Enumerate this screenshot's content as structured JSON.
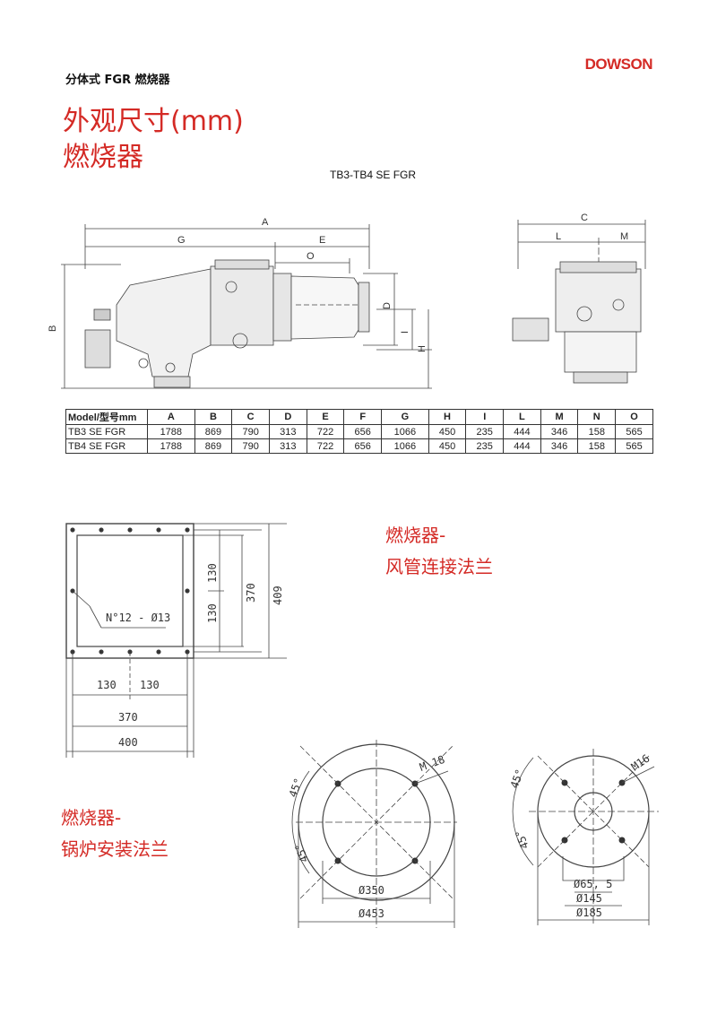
{
  "header": {
    "product_line": "分体式 FGR 燃烧器",
    "brand": "DOWSON"
  },
  "title": {
    "line1": "外观尺寸(mm)",
    "line2": "燃烧器"
  },
  "model_subtitle": "TB3-TB4 SE FGR",
  "burner_dims": {
    "A": "A",
    "B": "B",
    "C": "C",
    "D": "D",
    "E": "E",
    "G": "G",
    "H": "H",
    "I": "I",
    "L": "L",
    "M": "M",
    "O": "O"
  },
  "table": {
    "columns": [
      "Model/型号mm",
      "A",
      "B",
      "C",
      "D",
      "E",
      "F",
      "G",
      "H",
      "I",
      "L",
      "M",
      "N",
      "O"
    ],
    "rows": [
      [
        "TB3 SE FGR",
        "1788",
        "869",
        "790",
        "313",
        "722",
        "656",
        "1066",
        "450",
        "235",
        "444",
        "346",
        "158",
        "565"
      ],
      [
        "TB4 SE FGR",
        "1788",
        "869",
        "790",
        "313",
        "722",
        "656",
        "1066",
        "450",
        "235",
        "444",
        "346",
        "158",
        "565"
      ]
    ]
  },
  "duct_flange": {
    "title_line1": "燃烧器-",
    "title_line2": "风管连接法兰",
    "dims": {
      "a": "130",
      "b": "130",
      "c": "370",
      "d": "409",
      "e": "130",
      "f": "130",
      "g": "370",
      "h": "400"
    },
    "holes_label": "N°12 - Ø13"
  },
  "boiler_flange": {
    "title_line1": "燃烧器-",
    "title_line2": "锅炉安装法兰",
    "left": {
      "angle1": "45°",
      "angle2": "45°",
      "thread": "M 18",
      "d1": "Ø350",
      "d2": "Ø453"
    },
    "right": {
      "angle1": "45°",
      "angle2": "45°",
      "thread": "M16",
      "d1": "Ø65, 5",
      "d2": "Ø145",
      "d3": "Ø185"
    }
  }
}
